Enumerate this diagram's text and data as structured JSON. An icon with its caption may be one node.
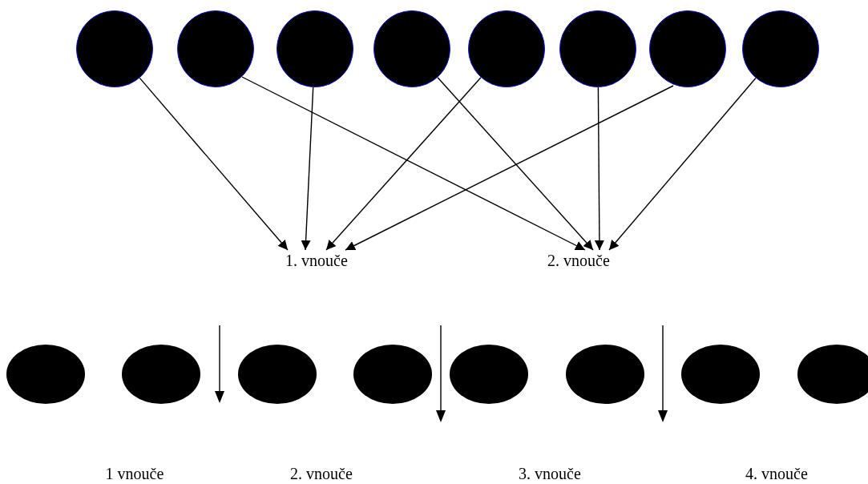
{
  "diagram": {
    "nodes": [
      {
        "text": [],
        "shape": "circle"
      },
      {
        "text": [],
        "shape": "circle"
      },
      {
        "text": [],
        "shape": "circle"
      },
      {
        "text": [],
        "shape": "circle"
      },
      {
        "text": [],
        "shape": "circle"
      },
      {
        "text": [],
        "shape": "circle"
      },
      {
        "text": [],
        "shape": "circle"
      },
      {
        "text": [],
        "shape": "circle"
      },
      {
        "text": [
          "1. vnouče"
        ]
      },
      {
        "text": [
          "2. vnouče"
        ]
      },
      {
        "text": [],
        "shape": "ellipse"
      },
      {
        "text": [],
        "shape": "ellipse"
      },
      {
        "text": [],
        "shape": "ellipse"
      },
      {
        "text": [],
        "shape": "ellipse"
      },
      {
        "text": [],
        "shape": "ellipse"
      },
      {
        "text": [],
        "shape": "ellipse"
      },
      {
        "text": [],
        "shape": "ellipse"
      },
      {
        "text": [],
        "shape": "ellipse"
      }
    ],
    "edges": [
      {
        "from": 0,
        "to": 8,
        "arrow": "to"
      },
      {
        "from": 1,
        "to": 9,
        "arrow": "to"
      },
      {
        "from": 2,
        "to": 8,
        "arrow": "to"
      },
      {
        "from": 3,
        "to": 9,
        "arrow": "to"
      },
      {
        "from": 4,
        "to": 8,
        "arrow": "to"
      },
      {
        "from": 5,
        "to": 9,
        "arrow": "to"
      },
      {
        "from": 6,
        "to": 8,
        "arrow": "to"
      },
      {
        "from": 7,
        "to": 9,
        "arrow": "to"
      }
    ],
    "labels": [
      "1 vnouče",
      "2. vnouče",
      "3. vnouče",
      "4. vnouče"
    ]
  }
}
